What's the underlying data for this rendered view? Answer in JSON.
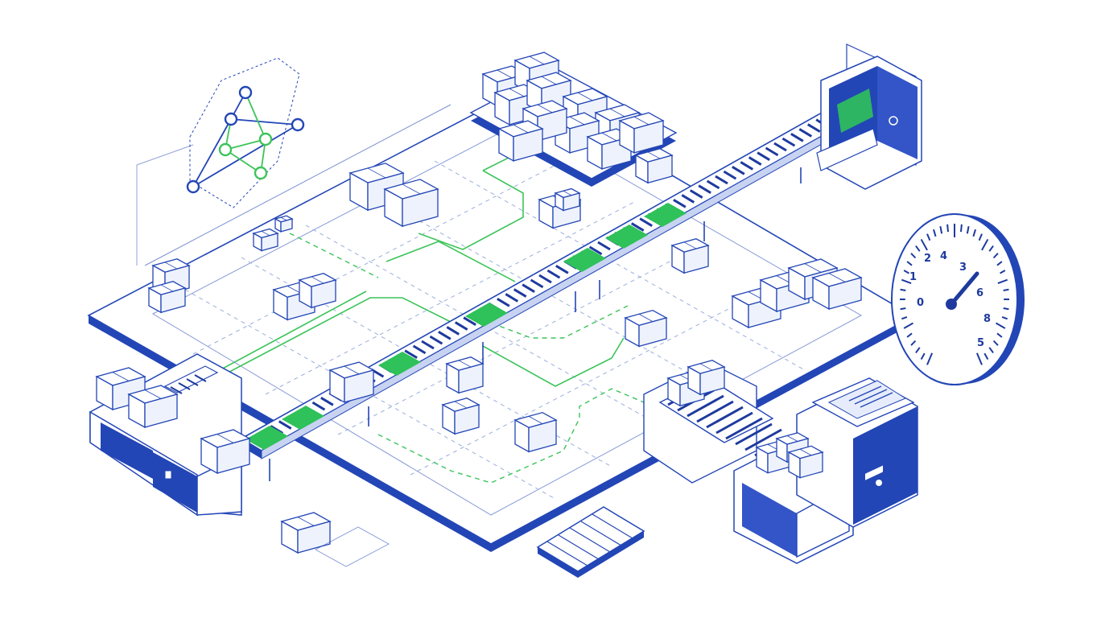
{
  "illustration": {
    "colors": {
      "primary_blue": "#2346b6",
      "dark_blue": "#1e3a9e",
      "route_green": "#3cc45a",
      "belt_green": "#2fc15a",
      "floor_white": "#ffffff",
      "grid_light": "#9aaedc"
    },
    "gauge": {
      "tick_labels": [
        "0",
        "1",
        "2",
        "4",
        "3",
        "6",
        "8",
        "5"
      ]
    },
    "icons": [
      "network-graph-icon",
      "speedometer-gauge-icon",
      "conveyor-belt-icon",
      "package-box-icon",
      "shipping-pallet-icon",
      "scanner-gate-icon",
      "label-printer-icon"
    ]
  }
}
